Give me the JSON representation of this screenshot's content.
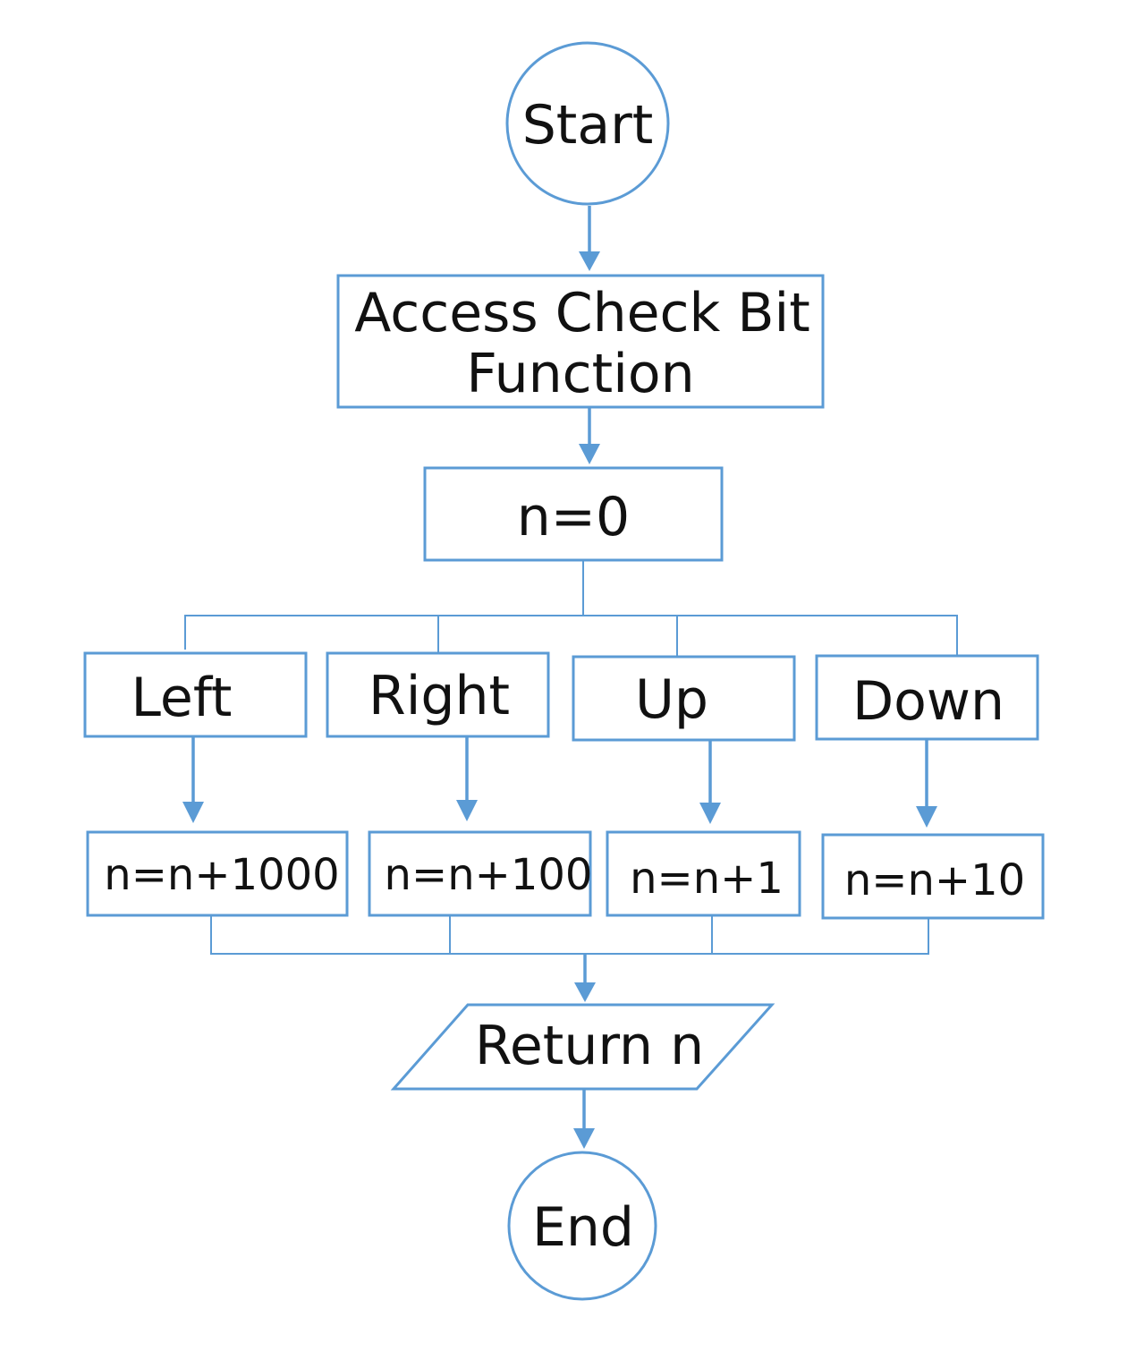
{
  "nodes": {
    "start": "Start",
    "access_line1": "Access Check Bit",
    "access_line2": "Function",
    "init": "n=0",
    "left": "Left",
    "right": "Right",
    "up": "Up",
    "down": "Down",
    "left_op": "n=n+1000",
    "right_op": "n=n+100",
    "up_op": "n=n+1",
    "down_op": "n=n+10",
    "return": "Return n",
    "end": "End"
  },
  "colors": {
    "stroke": "#5b9bd5",
    "text": "#111111",
    "background": "#ffffff"
  }
}
